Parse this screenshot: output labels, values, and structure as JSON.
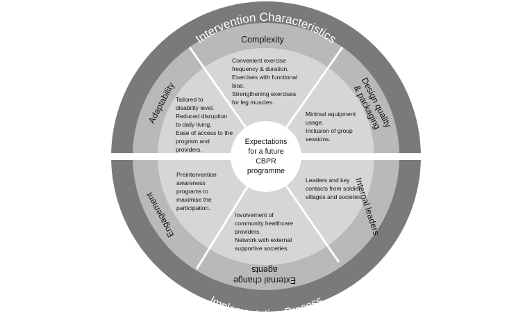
{
  "outer_ring": {
    "top_label": "Intervention Characteristics",
    "bottom_label": "Implementation Process"
  },
  "center": {
    "lines": [
      "Expectations",
      "for a future",
      "CBPR",
      "programme"
    ]
  },
  "segments": [
    {
      "name": "complexity",
      "label": "Complexity",
      "text": [
        "Convenient exercise",
        "frequency & duration.",
        "Exercises with functional",
        "bias.",
        "Strengthening exercises",
        "for leg muscles."
      ]
    },
    {
      "name": "design-quality",
      "label_lines": [
        "Design quality",
        "& packaging"
      ],
      "text": [
        "Minimal equipment",
        "usage.",
        "Inclusion of group",
        "sessions."
      ]
    },
    {
      "name": "internal-leaders",
      "label": "Internal leaders",
      "text": [
        "Leaders and key",
        "contacts from soldier",
        "villages and societies."
      ]
    },
    {
      "name": "external-change-agents",
      "label_lines": [
        "External change",
        "agents"
      ],
      "text": [
        "Involvement of",
        "community healthcare",
        "providers.",
        "Network with external",
        "supportive societies."
      ]
    },
    {
      "name": "engagement",
      "label": "Engagement",
      "text": [
        "Preintervention",
        "awareness",
        "programs to",
        "maximise the",
        "participation."
      ]
    },
    {
      "name": "adaptability",
      "label": "Adaptability",
      "text": [
        "Tailored to",
        "disability level.",
        "Reduced disruption",
        "to daily living.",
        "Ease of access to the",
        "program and",
        "providers."
      ]
    }
  ],
  "colors": {
    "outer_ring": "#7a7a7a",
    "label_ring": "#b9b9b9",
    "inner_disk": "#d6d6d6",
    "center": "#ffffff",
    "divider": "#ffffff"
  }
}
